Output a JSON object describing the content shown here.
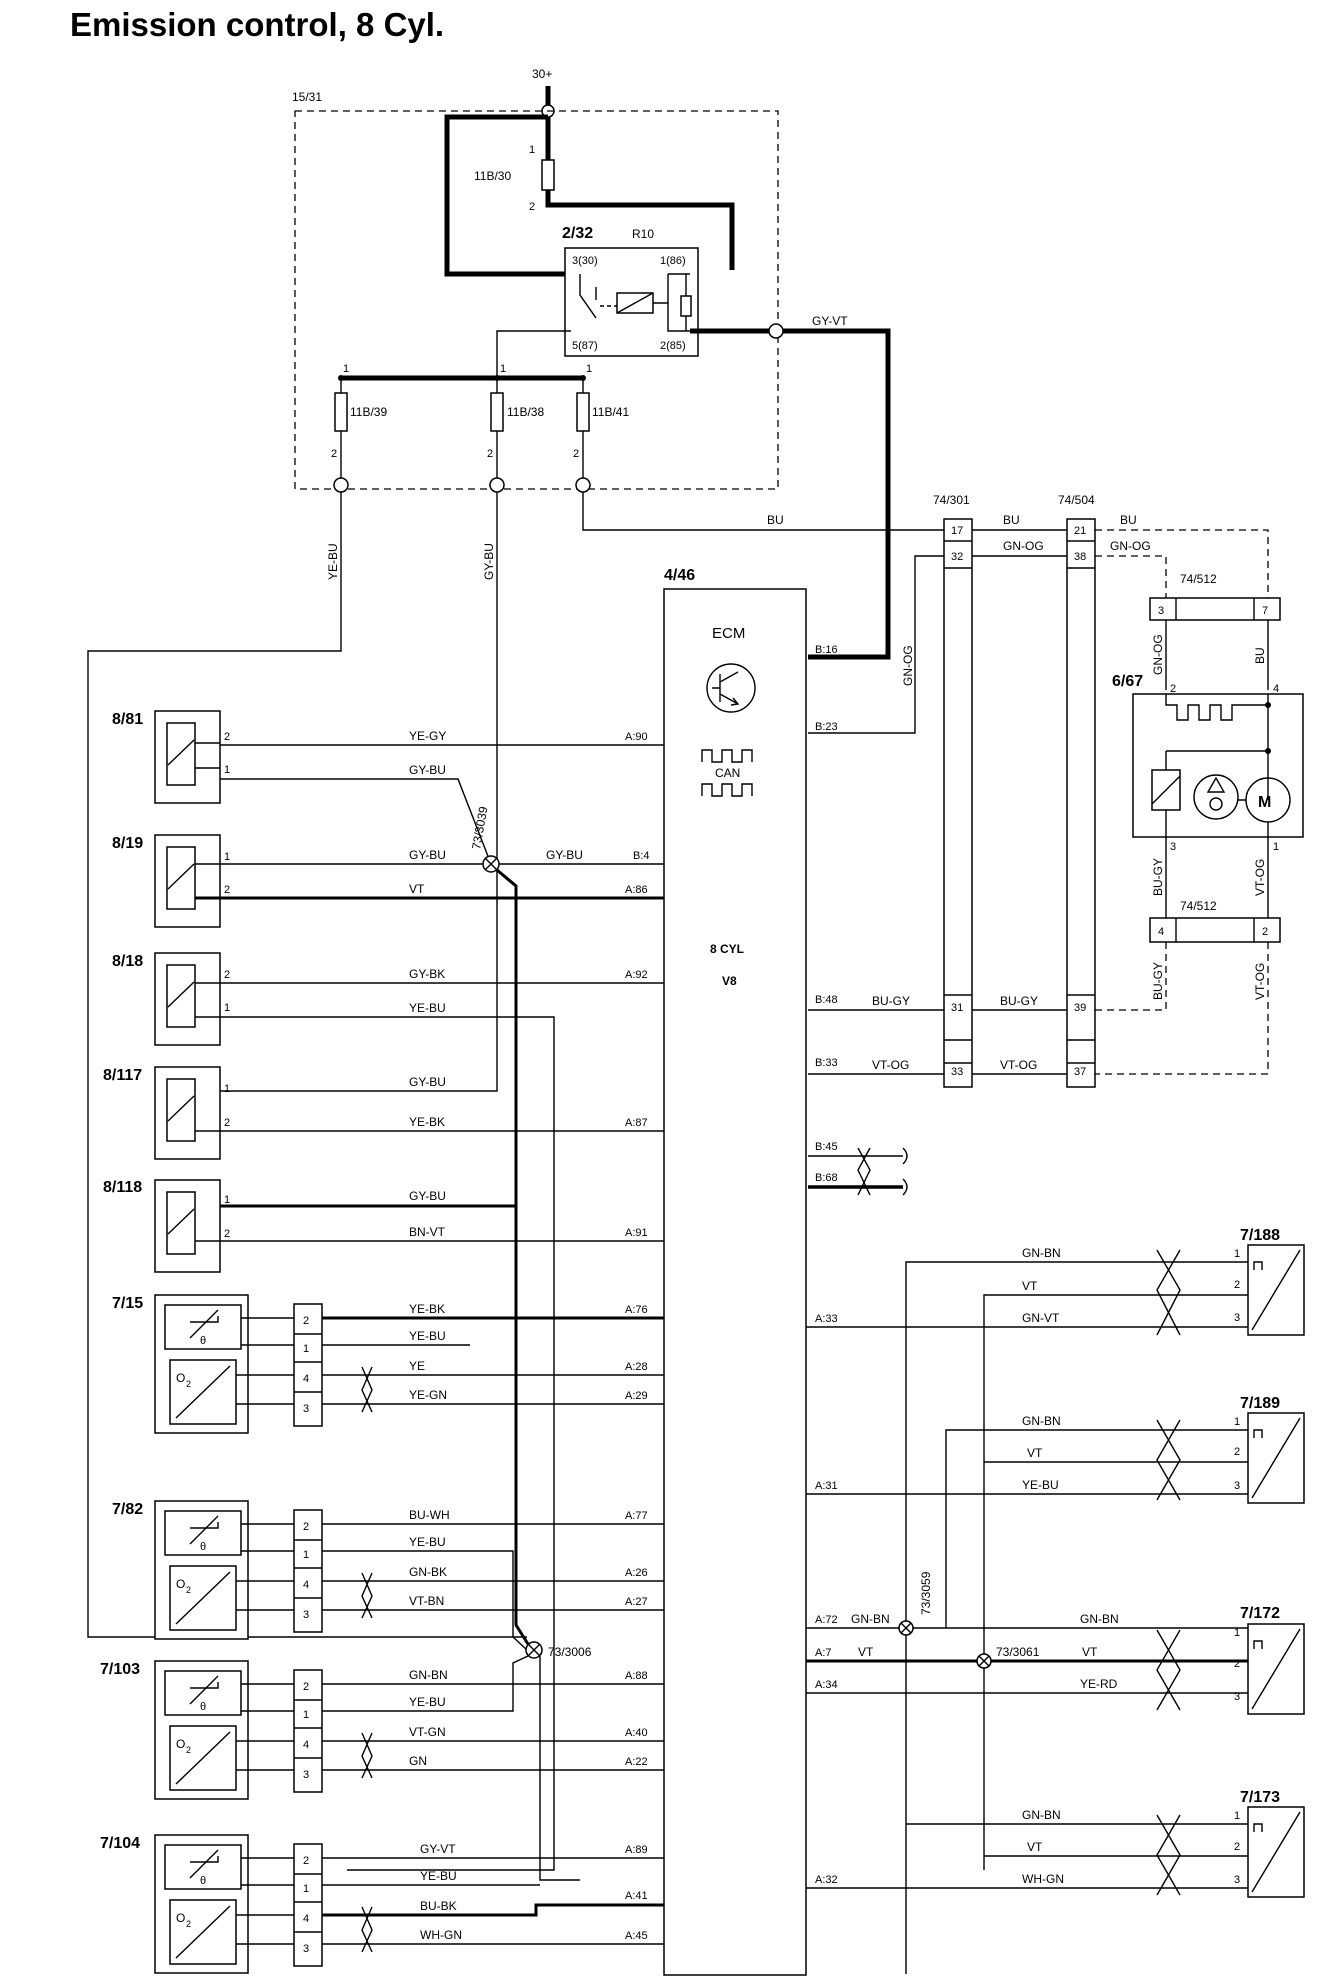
{
  "title": "Emission control, 8 Cyl.",
  "supply": "30+",
  "relay_box": {
    "label": "15/31",
    "fuse_main": "11B/30",
    "relay_label": "2/32",
    "relay_name": "R10",
    "relay_pins": {
      "p3": "3(30)",
      "p1": "1(86)",
      "p5": "5(87)",
      "p2": "2(85)"
    },
    "fuse_a": "11B/39",
    "fuse_b": "11B/38",
    "fuse_c": "11B/41",
    "pin1": "1",
    "pin2": "2"
  },
  "ecm": {
    "label": "4/46",
    "title": "ECM",
    "can": "CAN",
    "cyl": "8 CYL",
    "v8": "V8"
  },
  "connectors": {
    "c301": "74/301",
    "c504": "74/504",
    "c512": "74/512",
    "c512b": "74/512",
    "pump": "6/67",
    "m": "M"
  },
  "sensors": {
    "s881": "8/81",
    "s819": "8/19",
    "s818": "8/18",
    "s8117": "8/117",
    "s8118": "8/118",
    "s715": "7/15",
    "s782": "7/82",
    "s7103": "7/103",
    "s7104": "7/104"
  },
  "coils": {
    "c7188": "7/188",
    "c7189": "7/189",
    "c7172": "7/172",
    "c7173": "7/173"
  },
  "splices": {
    "sp3039": "73/3039",
    "sp3006": "73/3006",
    "sp3059": "73/3059",
    "sp3061": "73/3061"
  },
  "wire_colors": {
    "ye_bu": "YE-BU",
    "gy_bu": "GY-BU",
    "bu": "BU",
    "gy_vt": "GY-VT",
    "gn_og": "GN-OG",
    "bu_gy": "BU-GY",
    "vt_og": "VT-OG",
    "ye_gy": "YE-GY",
    "vt": "VT",
    "gy_bk": "GY-BK",
    "ye_bk": "YE-BK",
    "bn_vt": "BN-VT",
    "ye": "YE",
    "ye_gn": "YE-GN",
    "bu_wh": "BU-WH",
    "gn_bk": "GN-BK",
    "vt_bn": "VT-BN",
    "gn_bn": "GN-BN",
    "vt_gn": "VT-GN",
    "gn": "GN",
    "gy_vt2": "GY-VT",
    "bu_bk": "BU-BK",
    "wh_gn": "WH-GN",
    "gn_vt": "GN-VT",
    "ye_rd": "YE-RD"
  },
  "ecm_pins": {
    "a90": "A:90",
    "b4": "B:4",
    "a86": "A:86",
    "a92": "A:92",
    "a87": "A:87",
    "a91": "A:91",
    "a76": "A:76",
    "a28": "A:28",
    "a29": "A:29",
    "a77": "A:77",
    "a26": "A:26",
    "a27": "A:27",
    "a88": "A:88",
    "a40": "A:40",
    "a22": "A:22",
    "a89": "A:89",
    "a41": "A:41",
    "a45": "A:45",
    "b16": "B:16",
    "b23": "B:23",
    "b48": "B:48",
    "b33": "B:33",
    "b45": "B:45",
    "b68": "B:68",
    "a33": "A:33",
    "a31": "A:31",
    "a72": "A:72",
    "a7": "A:7",
    "a34": "A:34",
    "a32": "A:32"
  },
  "conn_pins": {
    "p17": "17",
    "p32": "32",
    "p31": "31",
    "p33": "33",
    "p21": "21",
    "p38": "38",
    "p39": "39",
    "p37": "37",
    "p3": "3",
    "p7": "7",
    "p4": "4",
    "p2": "2",
    "p12": "2",
    "p14": "4",
    "p13": "3",
    "p11": "1"
  },
  "sens_pins": {
    "one": "1",
    "two": "2",
    "three": "3",
    "four": "4"
  }
}
